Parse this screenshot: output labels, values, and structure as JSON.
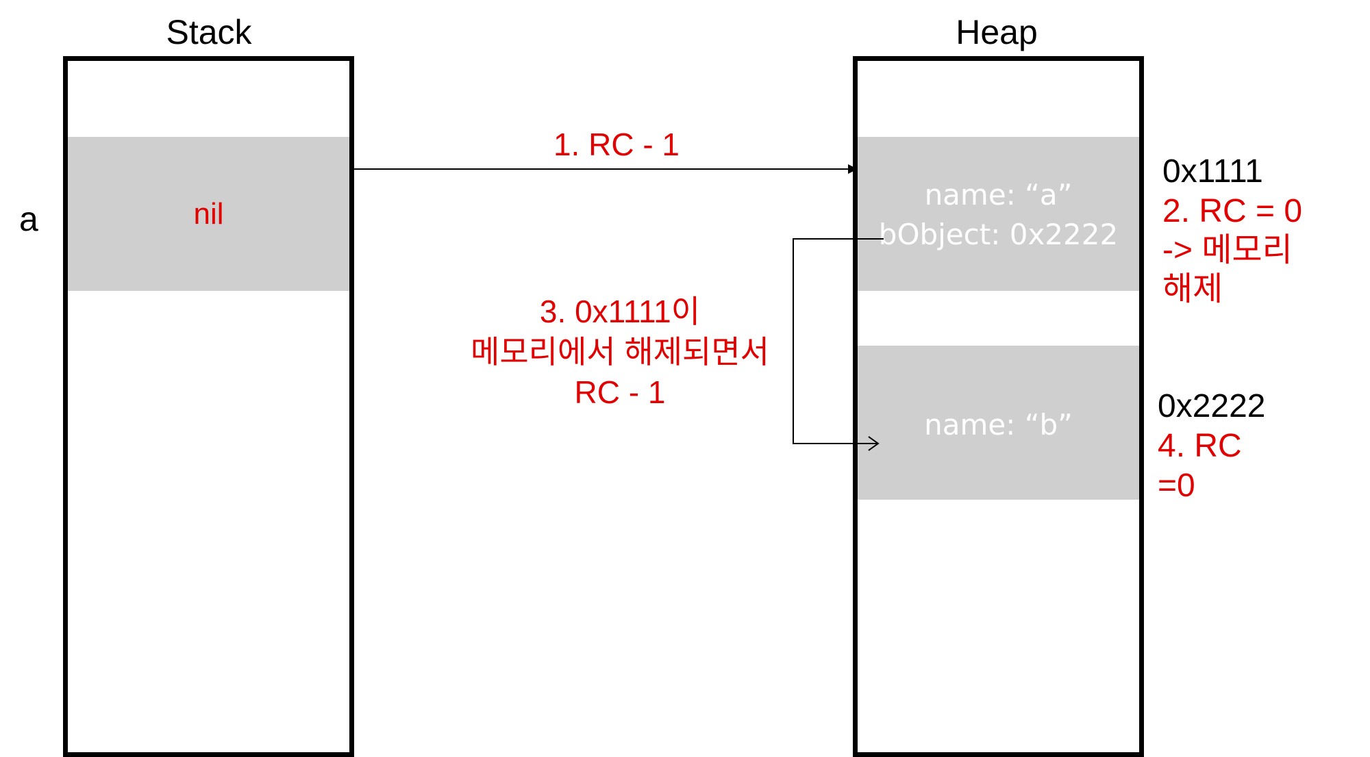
{
  "stack": {
    "title": "Stack",
    "var_label": "a",
    "cell_value": "nil"
  },
  "heap": {
    "title": "Heap",
    "obj_a": {
      "line1": "name: “a”",
      "line2": "bObject: 0x2222",
      "address": "0x1111",
      "note": [
        "2. RC = 0",
        "-> 메모리",
        "해제"
      ]
    },
    "obj_b": {
      "line1": "name: “b”",
      "address": "0x2222",
      "note": [
        "4. RC",
        "=0"
      ]
    }
  },
  "arrows": {
    "step1": "1. RC - 1",
    "step3": [
      "3. 0x1111이",
      "메모리에서 해제되면서",
      "RC - 1"
    ]
  },
  "colors": {
    "annotation": "#e00000",
    "cell_fill": "#cfcfcf",
    "cell_text": "#ffffff"
  }
}
